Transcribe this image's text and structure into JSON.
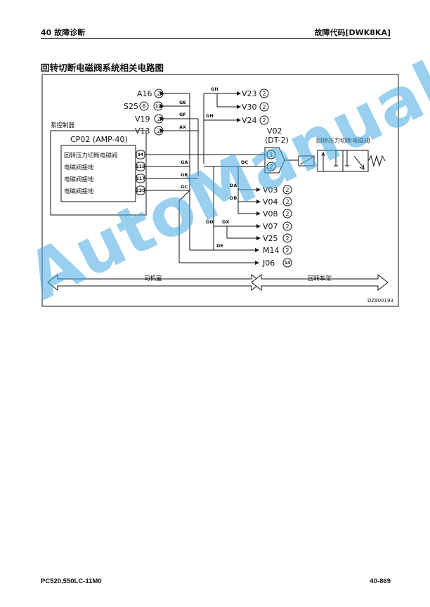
{
  "header": {
    "left": "40 故障诊断",
    "right": "故障代码[DWK8KA]"
  },
  "section_title": "回转切断电磁阀系统相关电路图",
  "diagram": {
    "pump_controller_label": "泵控制器",
    "cp02_label": "CP02 (AMP-40)",
    "cp02_rows": [
      "回转压力切断电磁阀",
      "电磁阀接地",
      "电磁阀接地",
      "电磁阀接地"
    ],
    "cp02_pins": [
      "94",
      "115",
      "117",
      "120"
    ],
    "v02_label": "V02",
    "v02_sub": "(DT-2)",
    "v02_pins": [
      "1",
      "2"
    ],
    "valve_label": "回转压力切断电磁阀",
    "top_connectors": [
      {
        "name": "A16",
        "pins": [
          "2"
        ]
      },
      {
        "name": "S25",
        "pins": [
          "6",
          "12"
        ]
      },
      {
        "name": "V19",
        "pins": [
          "2"
        ]
      },
      {
        "name": "V13",
        "pins": [
          "2"
        ]
      }
    ],
    "top_wires": [
      "GE",
      "GF",
      "AX"
    ],
    "gh_connectors": [
      {
        "name": "V23",
        "pin": "2"
      },
      {
        "name": "V30",
        "pin": "2"
      },
      {
        "name": "V24",
        "pin": "2"
      }
    ],
    "gh_wires": [
      "GH",
      "GH"
    ],
    "cp_wires": [
      "GA",
      "GB",
      "GC"
    ],
    "dc_wire": "DC",
    "ground_wires": [
      "DA",
      "DB",
      "DD",
      "DX",
      "DE"
    ],
    "ground_connectors": [
      {
        "name": "V03",
        "pin": "2"
      },
      {
        "name": "V04",
        "pin": "2"
      },
      {
        "name": "V08",
        "pin": "2"
      },
      {
        "name": "V07",
        "pin": "2"
      },
      {
        "name": "V25",
        "pin": "2"
      },
      {
        "name": "M14",
        "pin": "2"
      },
      {
        "name": "J06",
        "pin": "14"
      }
    ],
    "cab_label": "司机室",
    "frame_label": "回转车架",
    "diagram_code": "DZ900193"
  },
  "watermark": "AutoManual",
  "footer": {
    "left": "PC520,550LC-11M0",
    "right": "40-869"
  }
}
